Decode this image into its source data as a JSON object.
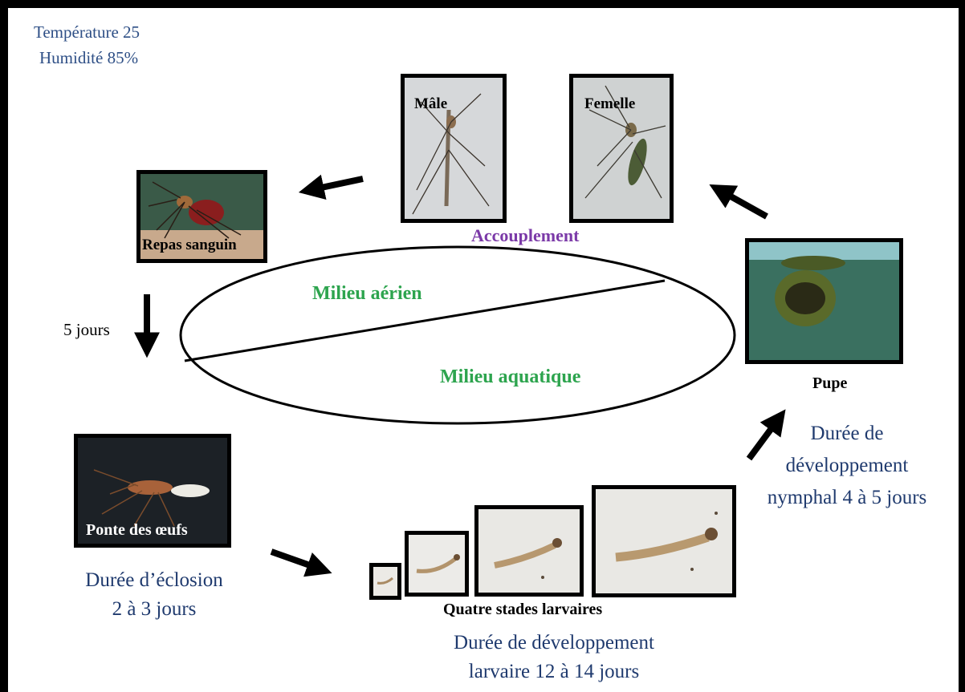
{
  "conditions": {
    "temperature": "Température 25",
    "humidity": "Humidité 85%"
  },
  "stages": {
    "male": "Mâle",
    "female": "Femelle",
    "mating": "Accouplement",
    "blood_meal": "Repas sanguin",
    "egg_laying": "Ponte des œufs",
    "pupa": "Pupe",
    "larvae": "Quatre stades larvaires"
  },
  "environment": {
    "aerial": "Milieu aérien",
    "aquatic": "Milieu aquatique"
  },
  "durations": {
    "blood_to_laying": "5 jours",
    "hatching_line1": "Durée d’éclosion",
    "hatching_line2": "2 à 3 jours",
    "larval_line1": "Durée de développement",
    "larval_line2": "larvaire 12 à 14 jours",
    "nymphal_line1": "Durée de",
    "nymphal_line2": "développement",
    "nymphal_line3": "nymphal 4 à 5 jours"
  }
}
